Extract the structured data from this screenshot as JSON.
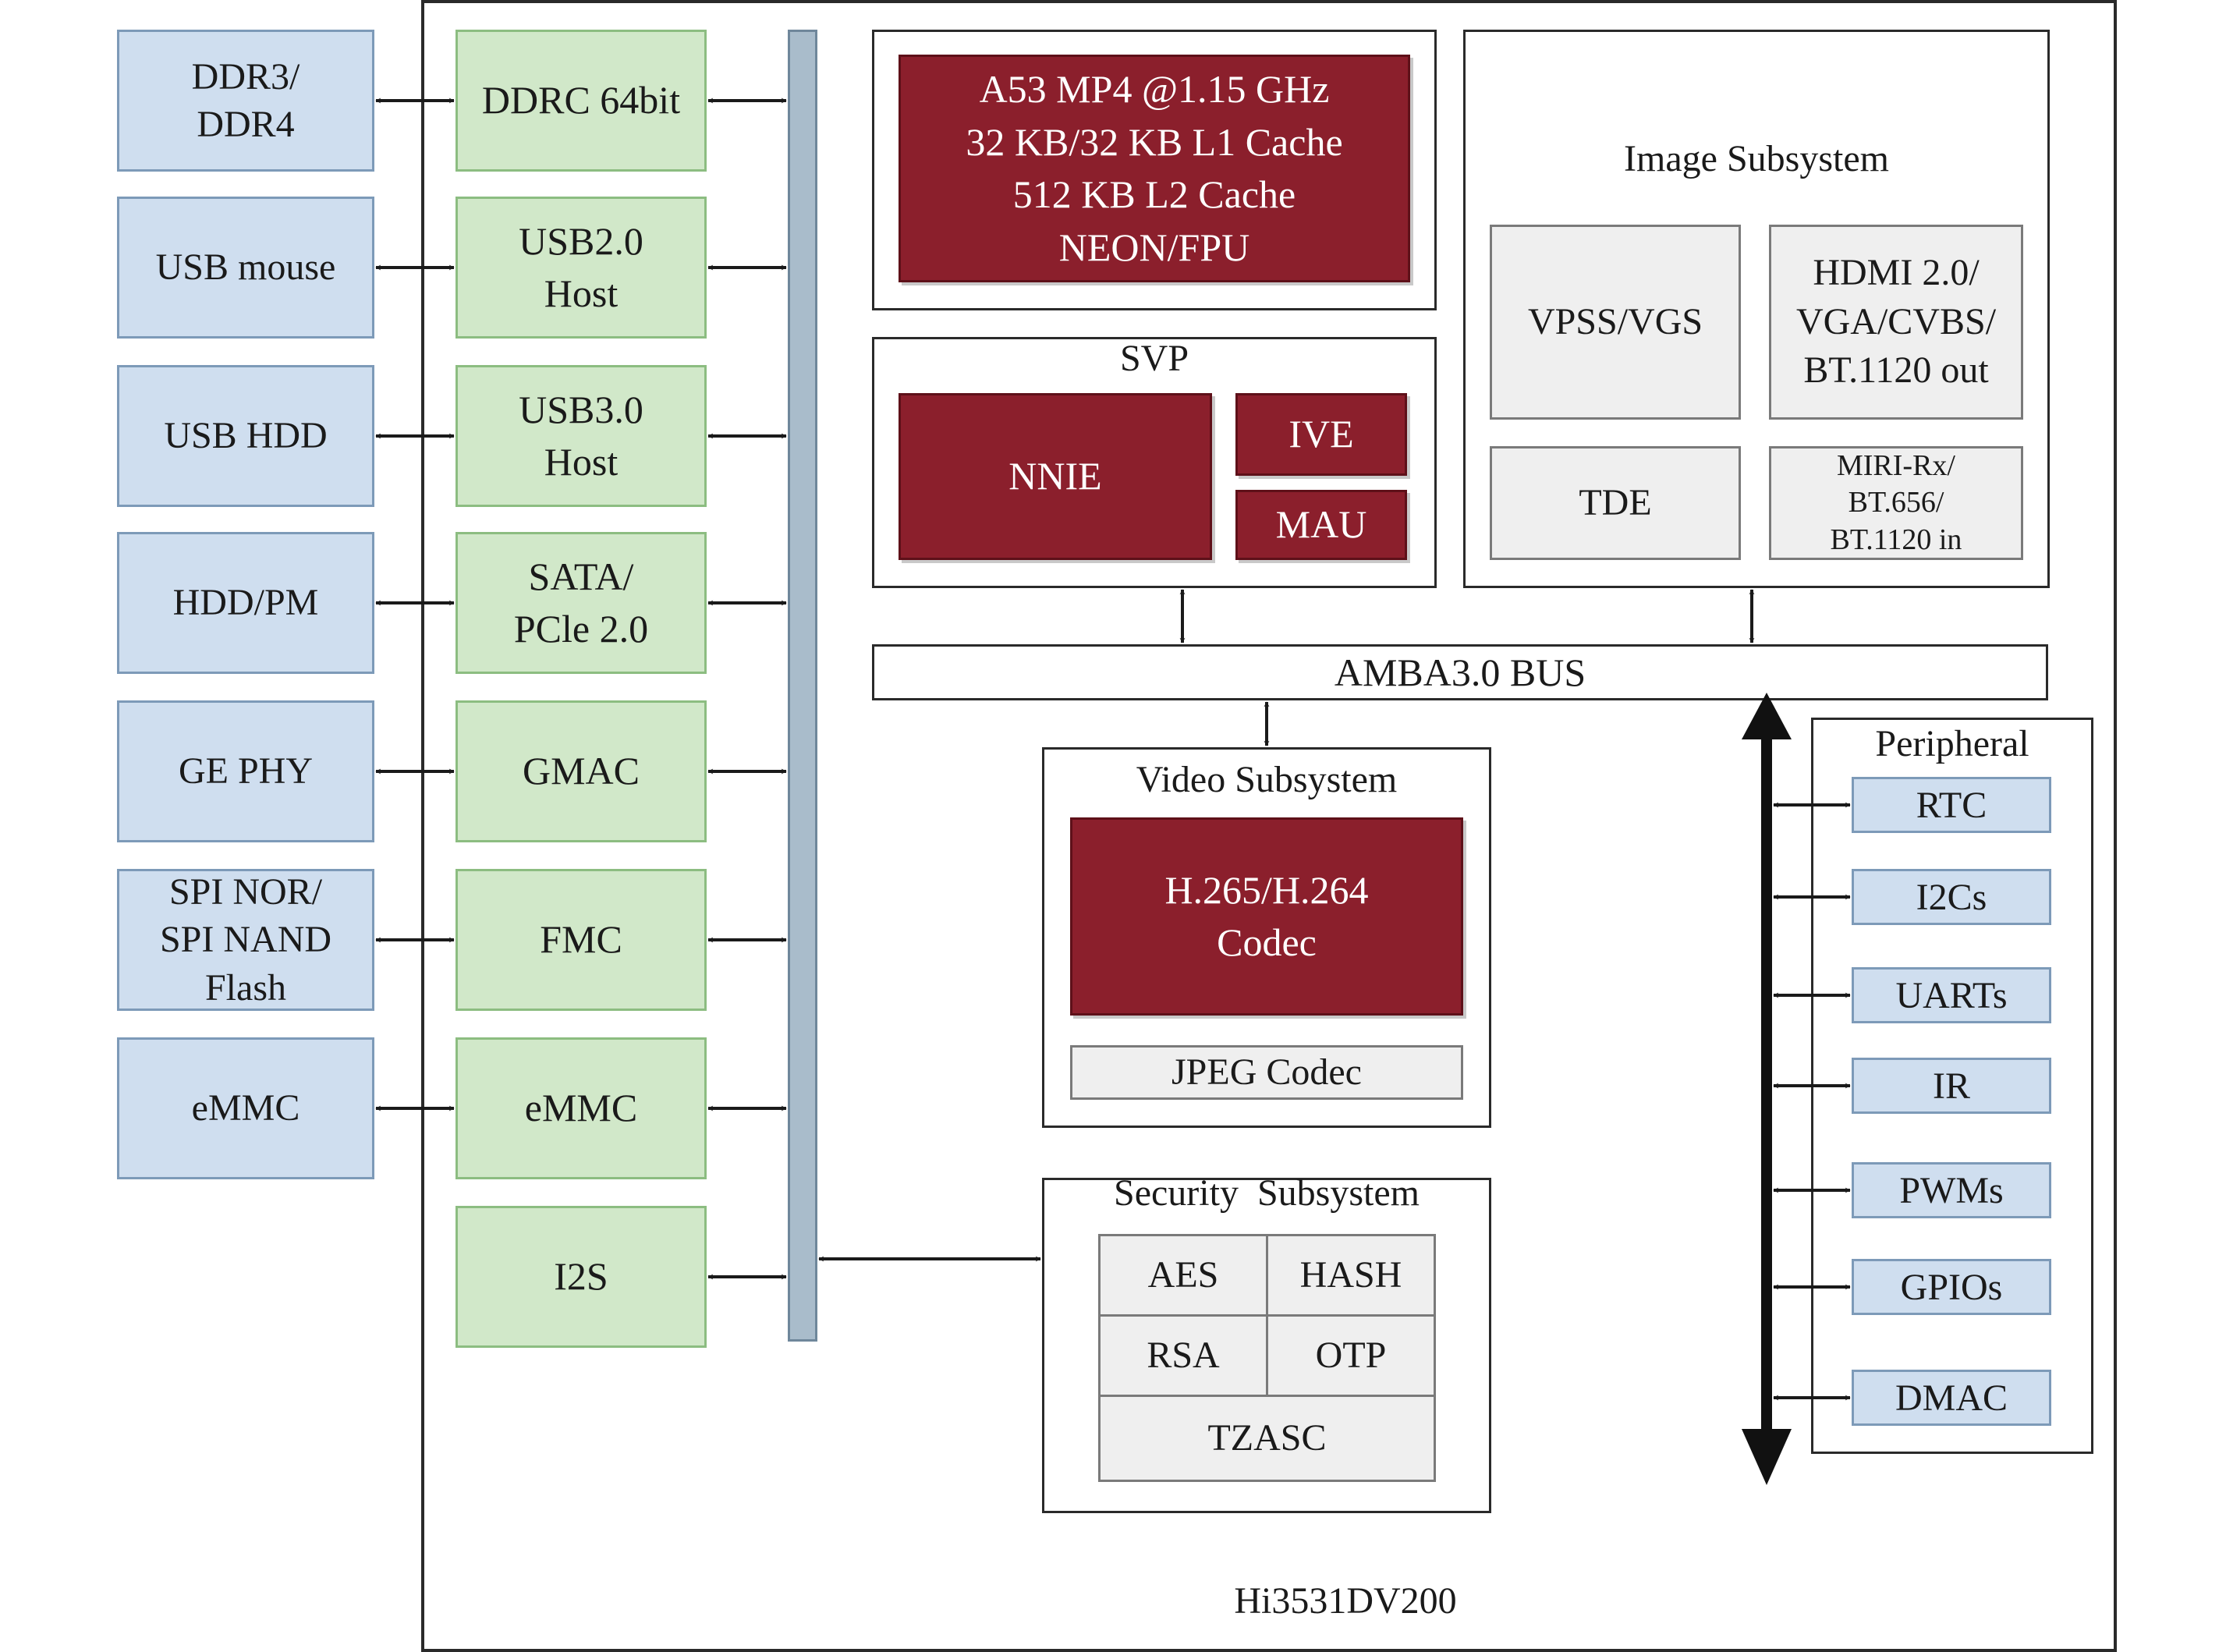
{
  "chip": {
    "name": "Hi3531DV200"
  },
  "external_devices": [
    {
      "id": "ddr",
      "label": "DDR3/\nDDR4"
    },
    {
      "id": "usb-mouse",
      "label": "USB mouse"
    },
    {
      "id": "usb-hdd",
      "label": "USB HDD"
    },
    {
      "id": "hdd-pm",
      "label": "HDD/PM"
    },
    {
      "id": "ge-phy",
      "label": "GE PHY"
    },
    {
      "id": "spi-flash",
      "label": "SPI NOR/\nSPI NAND\nFlash"
    },
    {
      "id": "emmc-device",
      "label": "eMMC"
    }
  ],
  "controllers": [
    {
      "id": "ddrc",
      "label": "DDRC 64bit"
    },
    {
      "id": "usb2",
      "label": "USB2.0\nHost"
    },
    {
      "id": "usb3",
      "label": "USB3.0\nHost"
    },
    {
      "id": "sata-pcie",
      "label": "SATA/\nPCle 2.0"
    },
    {
      "id": "gmac",
      "label": "GMAC"
    },
    {
      "id": "fmc",
      "label": "FMC"
    },
    {
      "id": "emmc-controller",
      "label": "eMMC"
    },
    {
      "id": "i2s",
      "label": "I2S"
    }
  ],
  "cpu": {
    "label": "A53 MP4 @1.15 GHz\n32 KB/32 KB L1 Cache\n512 KB L2 Cache\nNEON/FPU"
  },
  "svp": {
    "title": "SVP",
    "nnie": "NNIE",
    "ive": "IVE",
    "mau": "MAU"
  },
  "image_subsystem": {
    "title": "Image Subsystem",
    "vpss": "VPSS/VGS",
    "hdmi": "HDMI 2.0/\nVGA/CVBS/\nBT.1120 out",
    "tde": "TDE",
    "miri": "MIRI-Rx/\nBT.656/\nBT.1120 in"
  },
  "bus": {
    "label": "AMBA3.0 BUS"
  },
  "video_subsystem": {
    "title": "Video Subsystem",
    "codec": "H.265/H.264\nCodec",
    "jpeg": "JPEG Codec"
  },
  "security_subsystem": {
    "title": "Security  Subsystem",
    "aes": "AES",
    "hash": "HASH",
    "rsa": "RSA",
    "otp": "OTP",
    "tzasc": "TZASC"
  },
  "peripheral": {
    "title": "Peripheral",
    "items": [
      "RTC",
      "I2Cs",
      "UARTs",
      "IR",
      "PWMs",
      "GPIOs",
      "DMAC"
    ]
  }
}
